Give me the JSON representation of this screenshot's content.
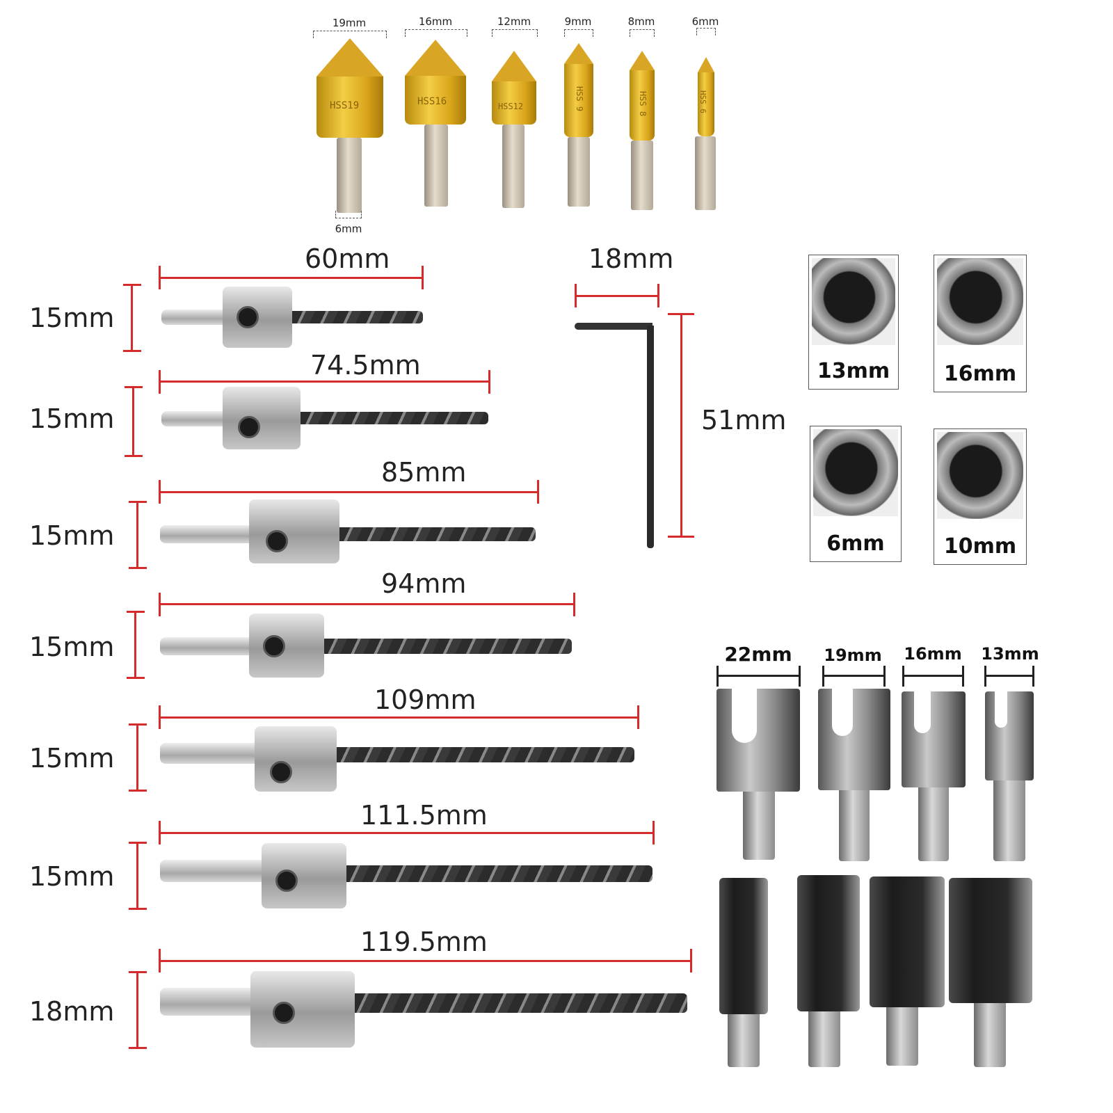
{
  "countersinks": {
    "items": [
      {
        "diameter_label": "19mm",
        "engraving": "HSS19"
      },
      {
        "diameter_label": "16mm",
        "engraving": "HSS16"
      },
      {
        "diameter_label": "12mm",
        "engraving": "HSS12"
      },
      {
        "diameter_label": "9mm",
        "engraving": "HSS 9"
      },
      {
        "diameter_label": "8mm",
        "engraving": "HSS 8"
      },
      {
        "diameter_label": "6mm",
        "engraving": "HSS 6"
      }
    ],
    "shank_label": "6mm"
  },
  "drill_bits": {
    "items": [
      {
        "length_label": "60mm",
        "collar_label": "15mm"
      },
      {
        "length_label": "74.5mm",
        "collar_label": "15mm"
      },
      {
        "length_label": "85mm",
        "collar_label": "15mm"
      },
      {
        "length_label": "94mm",
        "collar_label": "15mm"
      },
      {
        "length_label": "109mm",
        "collar_label": "15mm"
      },
      {
        "length_label": "111.5mm",
        "collar_label": "15mm"
      },
      {
        "length_label": "119.5mm",
        "collar_label": "18mm"
      }
    ]
  },
  "hex_key": {
    "width_label": "18mm",
    "length_label": "51mm"
  },
  "closeups": {
    "items": [
      {
        "label": "13mm"
      },
      {
        "label": "16mm"
      },
      {
        "label": "6mm"
      },
      {
        "label": "10mm"
      }
    ]
  },
  "plug_cutters": {
    "items": [
      {
        "label": "22mm"
      },
      {
        "label": "19mm"
      },
      {
        "label": "16mm"
      },
      {
        "label": "13mm"
      }
    ]
  },
  "colors": {
    "measure_red": "#d62b2b",
    "titanium_gold": "#e0b12a",
    "steel_gray": "#a8a8a8"
  }
}
